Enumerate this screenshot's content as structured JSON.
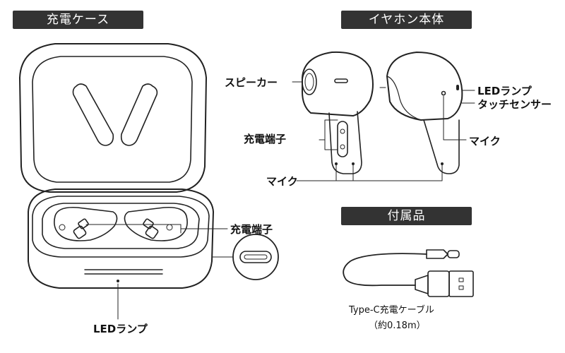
{
  "sections": {
    "case": "充電ケース",
    "earbuds": "イヤホン本体",
    "accessories": "付属品"
  },
  "case_labels": {
    "charging_terminal": "充電端子",
    "led_lamp": "LEDランプ"
  },
  "earbud_labels": {
    "speaker": "スピーカー",
    "charging_terminal": "充電端子",
    "mic_bottom": "マイク",
    "led_lamp": "LEDランプ",
    "touch_sensor": "タッチセンサー",
    "mic_side": "マイク"
  },
  "accessory_labels": {
    "cable": "Type-C充電ケーブル",
    "cable_length": "（約0.18m）"
  }
}
